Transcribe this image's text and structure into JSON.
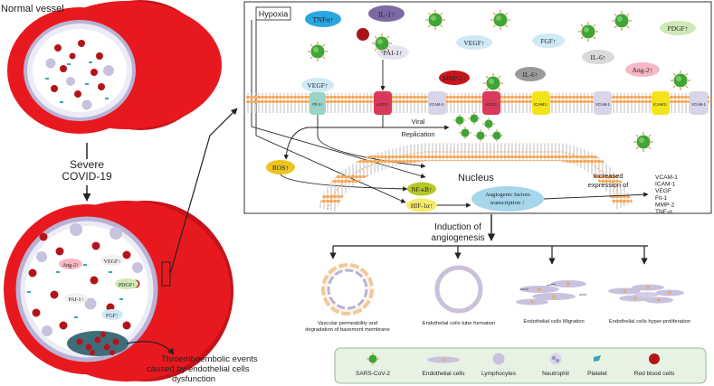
{
  "left": {
    "normal_vessel_label": "Normal vessel",
    "severe_label_1": "Severe",
    "severe_label_2": "COVID-19",
    "vessel_labels": {
      "ang2": "Ang-2↑",
      "vegf": "VEGF↑",
      "pdgf": "PDGF↑",
      "pai1": "PAI-1↑",
      "fgf": "FGF↑"
    },
    "thrombo_1": "Throemboembolic events",
    "thrombo_2": "caused by endothelial cells",
    "thrombo_3": "dysfunction"
  },
  "panel": {
    "hypoxia": "Hypoxia",
    "factors": {
      "tnf": "TNFα↑",
      "il1": "IL-1↑",
      "pai1": "PAI-1↑",
      "vegf_top": "VEGF↑",
      "fgf": "FGF↑",
      "il6_a": "IL-6↑",
      "pdgf": "PDGF↑",
      "mmp2": "MMP-2↑",
      "il6_b": "IL-6↑",
      "ang2": "Ang-2↑",
      "vegf_left": "VEGF↑"
    },
    "receptors": {
      "flt1": "Flt-1↑",
      "ace2_a": "ACE2↑",
      "vcam_a": "VCAM-1↑",
      "ace2_b": "ACE2↑",
      "icam_a": "ICAM1↑",
      "vcam_b": "VCAM-1",
      "icam_b": "ICAM1↑",
      "vcam_c": "VCAM-1"
    },
    "viral_1": "Viral",
    "viral_2": "Replication",
    "ros": "ROS↑",
    "nucleus": "Nucleus",
    "nfkb": "NF-κB↑",
    "hif": "HIF-1α↑",
    "angio_tf_1": "Angiogenic factors",
    "angio_tf_2": "transcription ↑",
    "increased_1": "Increased",
    "increased_2": "expression of",
    "expression_list": [
      "VCAM-1",
      "ICAM-1",
      "VEGF",
      "Flt-1",
      "MMP-2",
      "TNF-α"
    ]
  },
  "angiogenesis": {
    "title_1": "Induction of",
    "title_2": "angiogenesis",
    "steps": [
      {
        "l1": "Vascular permeability and",
        "l2": "degradation of basement membrane"
      },
      {
        "l1": "Endothelial cells tube formation",
        "l2": ""
      },
      {
        "l1": "Endothelial cells Migration",
        "l2": ""
      },
      {
        "l1": "Endothelial cells hyper-proliferation",
        "l2": ""
      }
    ]
  },
  "legend": {
    "items": [
      "SARS-CoV-2",
      "Endothelial cells",
      "Lymphocytes",
      "Neutrophil",
      "Platelet",
      "Red blood cells"
    ]
  },
  "colors": {
    "vessel_red": "#e8191e",
    "rbc": "#b3141a",
    "virus": "#3fa535",
    "membrane": "#f2a65a",
    "ace2": "#d93a5b",
    "icam": "#f2e41a",
    "vcam": "#d8d4ea"
  }
}
